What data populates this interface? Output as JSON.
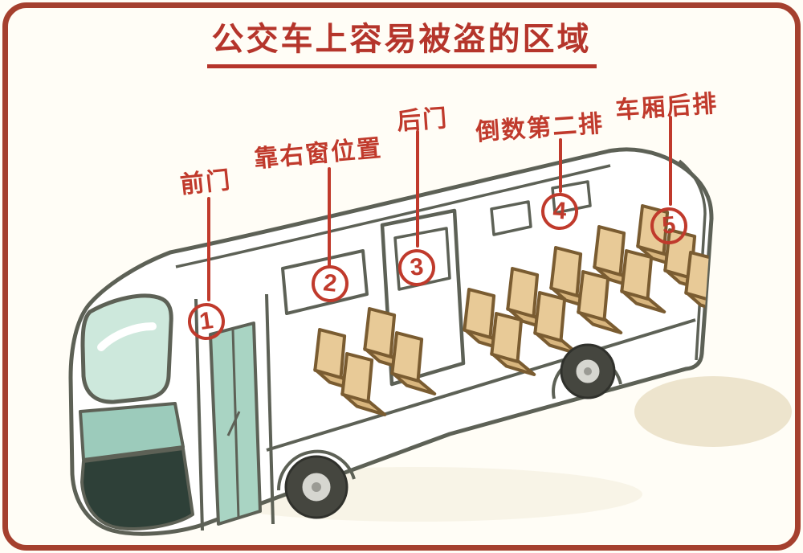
{
  "title": {
    "text": "公交车上容易被盗的区域"
  },
  "labels": [
    {
      "num": "1",
      "text": "前门"
    },
    {
      "num": "2",
      "text": "靠右窗位置"
    },
    {
      "num": "3",
      "text": "后门"
    },
    {
      "num": "4",
      "text": "倒数第二排"
    },
    {
      "num": "5",
      "text": "车厢后排"
    }
  ],
  "colors": {
    "accent_red": "#b5352b",
    "frame_border": "#a5402e",
    "background": "#fffdf6",
    "outline": "#5d6156",
    "seat_tan": "#e8ca97",
    "glass_teal": "#cde8dc",
    "panel_teal": "#9ccbbb",
    "bumper_dark": "#2e4038"
  }
}
